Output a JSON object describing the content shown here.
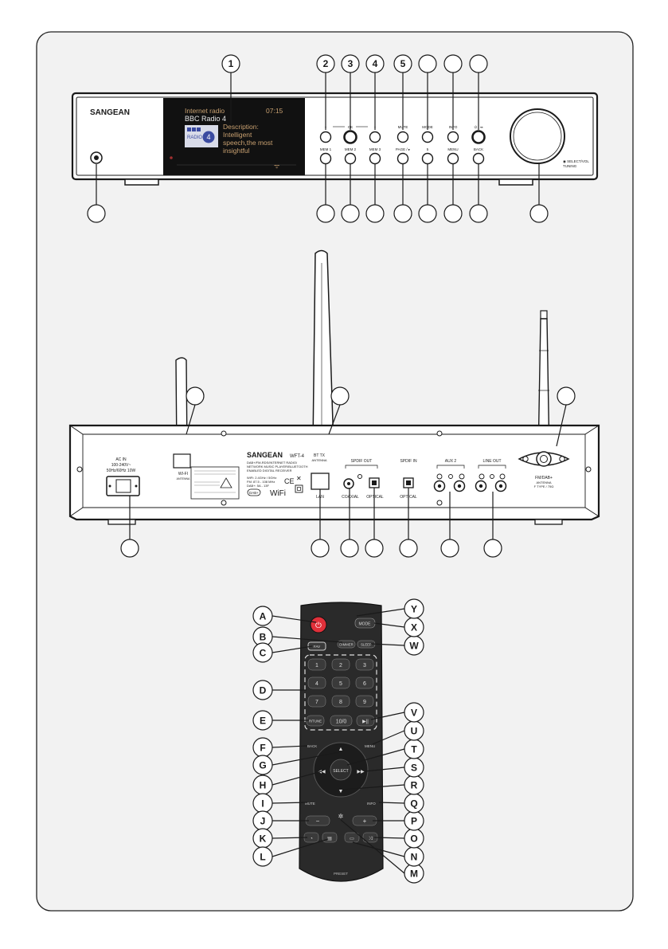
{
  "front": {
    "brand": "SANGEAN",
    "screen_mode": "Internet radio",
    "screen_time": "07:15",
    "screen_station": "BBC Radio 4",
    "screen_logo_text": "RADIO",
    "screen_logo_number": "4",
    "screen_desc_1": "Description:",
    "screen_desc_2": "Intelligent",
    "screen_desc_3": "speech,the most",
    "screen_desc_4": "insightful",
    "top_callouts": [
      "1",
      "2",
      "3",
      "4",
      "5",
      "",
      "",
      ""
    ],
    "btn_minus": "−",
    "btn_ok": "OK",
    "btn_plus": "+",
    "btn_mute": "MUTE",
    "btn_mode": "MODE",
    "btn_info": "INFO",
    "btn_power": "⏻ / ◂◂",
    "btn_p1": "MEM 1",
    "btn_p2": "MEM 2",
    "btn_p3": "MEM 3",
    "btn_p4": "PAGE / ▸",
    "btn_5": "5",
    "btn_menu": "MENU",
    "btn_back": "BACK",
    "knob_label_1": "◉ SELECT/VOL",
    "knob_label_2": "TUNING"
  },
  "rear": {
    "brand": "SANGEAN",
    "model": "WFT-4",
    "desc_1": "DAB+/FM-RDS/INTERNET RADIO/",
    "desc_2": "NETWORK MUSIC PLAYER/BLUETOOTH",
    "desc_3": "ENABLED DIGITAL RECEIVER",
    "spec_1": "WiFi: 2.4GHz / 5GHz",
    "spec_2": "FM: 87.5 - 108 MHz",
    "spec_3": "DAB+: 5A - 13F",
    "ac_in_1": "AC IN",
    "ac_in_2": "100-240V~",
    "ac_in_3": "50Hz/60Hz 10W",
    "wifi_label_1": "WI-FI",
    "wifi_label_2": "ANTENNA",
    "bt_label_1": "BT TX",
    "bt_label_2": "ANTENNA",
    "lan": "LAN",
    "spdif_out": "SPDIF OUT",
    "coaxial": "COAXIAL",
    "optical": "OPTICAL",
    "spdif_in": "SPDIF IN",
    "optical_in": "OPTICAL",
    "aux2": "AUX 2",
    "line_out": "LINE OUT",
    "fm_1": "FM/DAB+",
    "fm_2": "ANTENNA",
    "fm_3": "F TYPE / 75Ω",
    "ce": "CE",
    "wifi_logo": "WiFi",
    "dab_logo": "DAB+"
  },
  "remote": {
    "callouts": [
      "A",
      "B",
      "C",
      "D",
      "E",
      "F",
      "G",
      "H",
      "I",
      "J",
      "K",
      "L",
      "M",
      "N",
      "O",
      "P",
      "Q",
      "R",
      "S",
      "T",
      "U",
      "V",
      "W",
      "X",
      "Y"
    ],
    "btn_mode": "MODE",
    "btn_dimmer": "DIMMER",
    "btn_sleep": "SLEEP",
    "btn_fav": "FAV",
    "keys": [
      "1",
      "2",
      "3",
      "4",
      "5",
      "6",
      "7",
      "8",
      "9"
    ],
    "btn_10": "10/0",
    "btn_rtune": "R/TUNE",
    "btn_play": "▶||",
    "btn_menu": "MENU",
    "btn_back": "BACK",
    "btn_select": "SELECT",
    "btn_mute": "MUTE",
    "btn_info": "INFO",
    "btn_minus": "−",
    "btn_plus": "+",
    "btn_vol_icon": "✲",
    "btn_preset": "PRESET"
  },
  "colors": {
    "line": "#1a1a1a",
    "background": "#f2f2f2",
    "screen": "#111111",
    "screen_text": "#c8a070",
    "power_red": "#e0303a"
  }
}
